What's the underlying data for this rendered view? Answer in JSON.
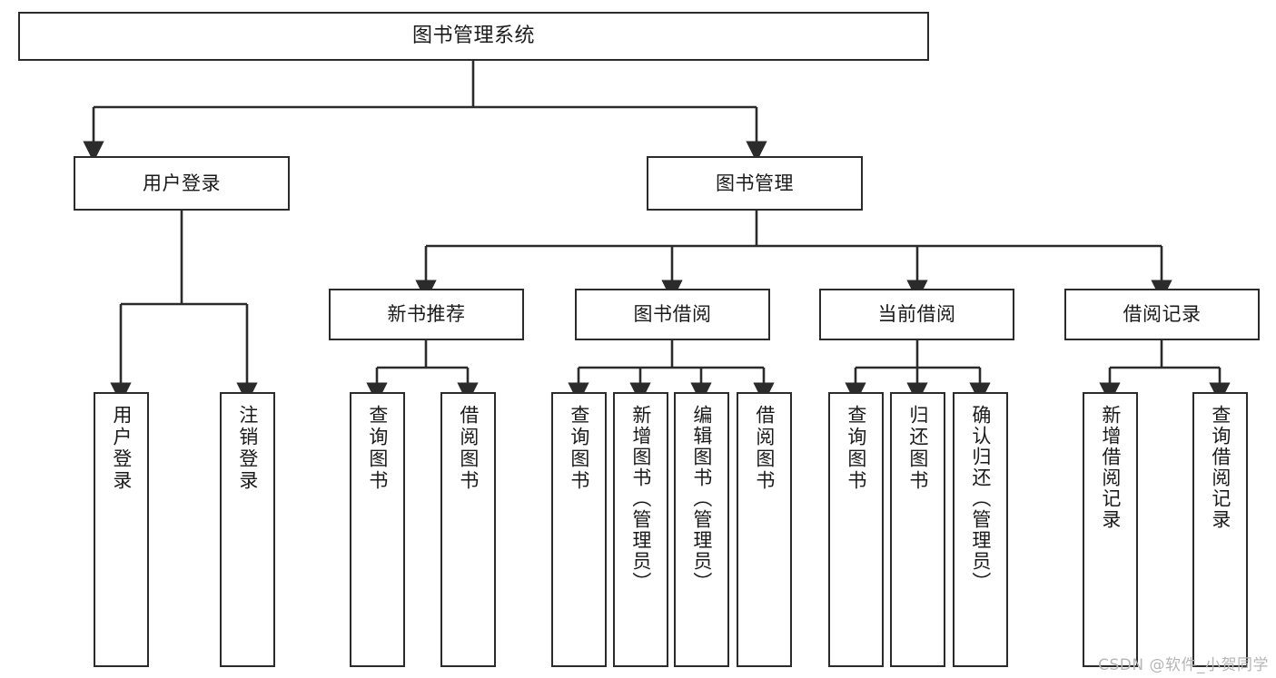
{
  "diagram": {
    "title": "图书管理系统",
    "type": "tree",
    "watermark": "CSDN @软件_小贺同学",
    "colors": {
      "stroke": "#2b2b2b",
      "fill": "#ffffff",
      "text": "#1a1a1a",
      "watermark": "#b6b6b6"
    },
    "levels": {
      "root": "图书管理系统",
      "level2": [
        "用户登录",
        "图书管理"
      ],
      "level3": [
        "新书推荐",
        "图书借阅",
        "当前借阅",
        "借阅记录"
      ]
    },
    "nodes": {
      "root": {
        "label": "图书管理系统"
      },
      "user_login": {
        "label": "用户登录"
      },
      "book_manage": {
        "label": "图书管理"
      },
      "new_book_rec": {
        "label": "新书推荐"
      },
      "book_borrow": {
        "label": "图书借阅"
      },
      "current_borrow": {
        "label": "当前借阅"
      },
      "borrow_record": {
        "label": "借阅记录"
      },
      "leaf_user_login": {
        "label": "用户登录"
      },
      "leaf_logout": {
        "label": "注销登录"
      },
      "leaf_query_book_a": {
        "label": "查询图书"
      },
      "leaf_borrow_book_a": {
        "label": "借阅图书"
      },
      "leaf_query_book_b": {
        "label": "查询图书"
      },
      "leaf_add_book": {
        "label": "新增图书（管理员）"
      },
      "leaf_edit_book": {
        "label": "编辑图书（管理员）"
      },
      "leaf_borrow_book_b": {
        "label": "借阅图书"
      },
      "leaf_query_book_c": {
        "label": "查询图书"
      },
      "leaf_return_book": {
        "label": "归还图书"
      },
      "leaf_confirm_return": {
        "label": "确认归还（管理员）"
      },
      "leaf_add_record": {
        "label": "新增借阅记录"
      },
      "leaf_query_record": {
        "label": "查询借阅记录"
      }
    },
    "edges": [
      {
        "from": "root",
        "to": "user_login"
      },
      {
        "from": "root",
        "to": "book_manage"
      },
      {
        "from": "user_login",
        "to": "leaf_user_login"
      },
      {
        "from": "user_login",
        "to": "leaf_logout"
      },
      {
        "from": "book_manage",
        "to": "new_book_rec"
      },
      {
        "from": "book_manage",
        "to": "book_borrow"
      },
      {
        "from": "book_manage",
        "to": "current_borrow"
      },
      {
        "from": "book_manage",
        "to": "borrow_record"
      },
      {
        "from": "new_book_rec",
        "to": "leaf_query_book_a"
      },
      {
        "from": "new_book_rec",
        "to": "leaf_borrow_book_a"
      },
      {
        "from": "book_borrow",
        "to": "leaf_query_book_b"
      },
      {
        "from": "book_borrow",
        "to": "leaf_add_book"
      },
      {
        "from": "book_borrow",
        "to": "leaf_edit_book"
      },
      {
        "from": "book_borrow",
        "to": "leaf_borrow_book_b"
      },
      {
        "from": "current_borrow",
        "to": "leaf_query_book_c"
      },
      {
        "from": "current_borrow",
        "to": "leaf_return_book"
      },
      {
        "from": "current_borrow",
        "to": "leaf_confirm_return"
      },
      {
        "from": "borrow_record",
        "to": "leaf_add_record"
      },
      {
        "from": "borrow_record",
        "to": "leaf_query_record"
      }
    ]
  }
}
